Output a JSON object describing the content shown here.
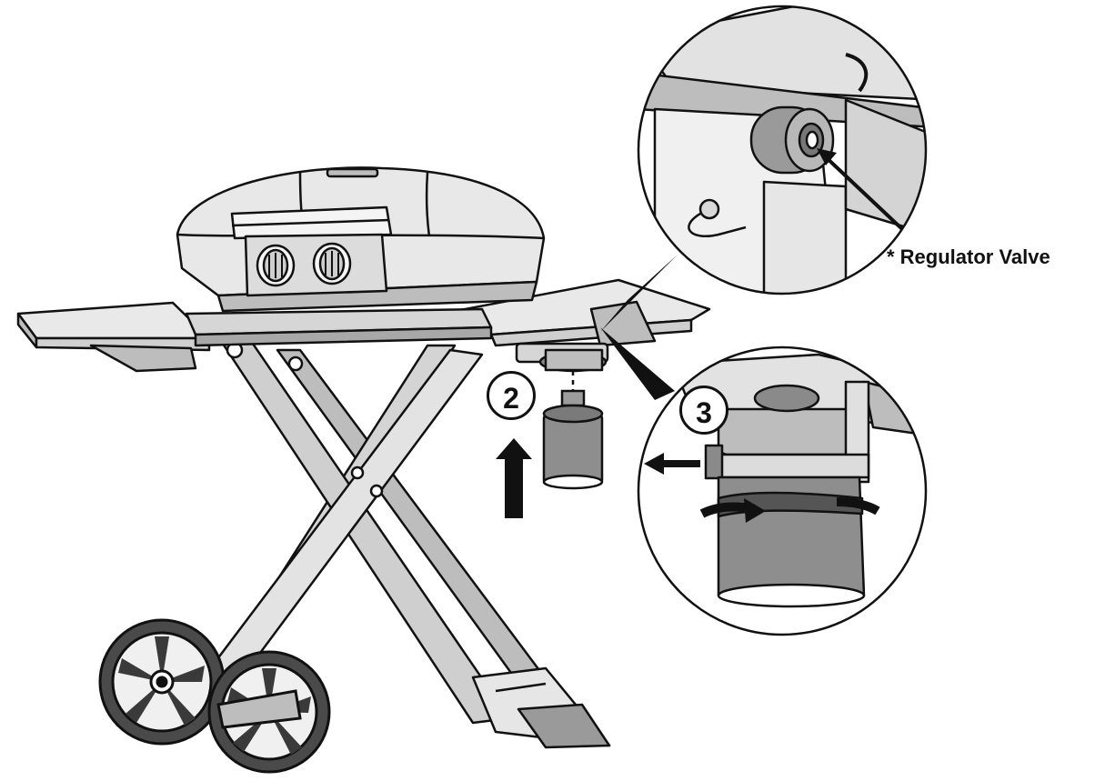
{
  "labels": {
    "regulator_valve": "* Regulator Valve"
  },
  "steps": [
    {
      "number": "2"
    },
    {
      "number": "3"
    }
  ],
  "colors": {
    "line": "#111111",
    "fill_light": "#e9e9e9",
    "fill_mid": "#bdbdbd",
    "fill_dark": "#8a8a8a",
    "background": "#ffffff"
  }
}
